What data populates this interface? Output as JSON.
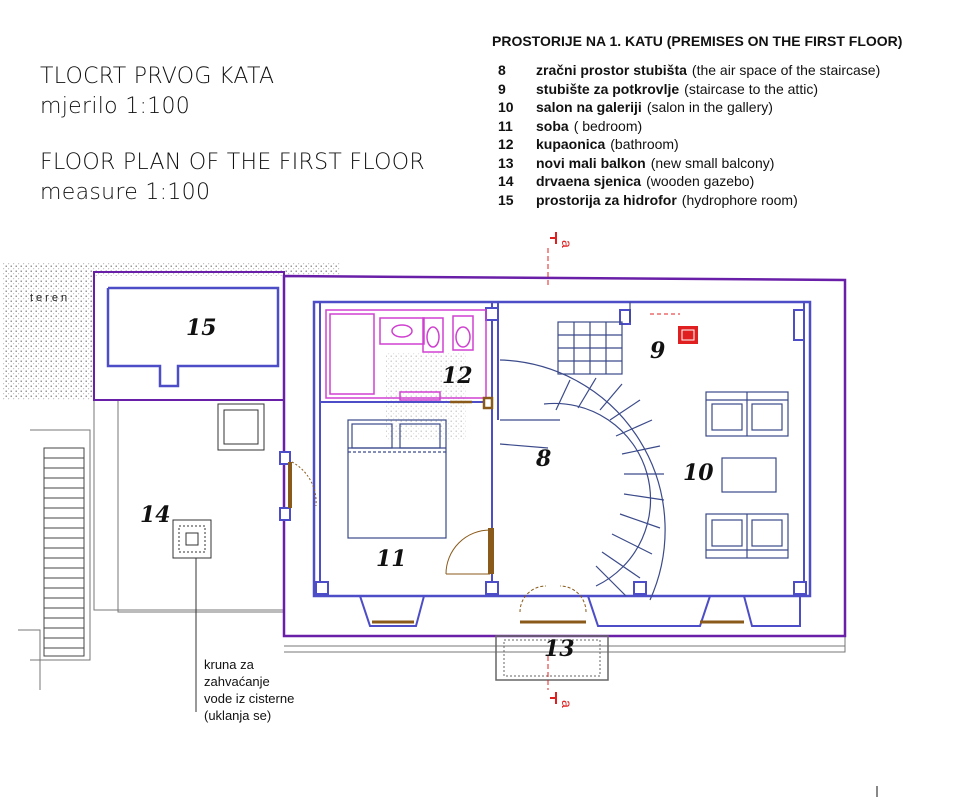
{
  "title": {
    "hr_line1": "TLOCRT PRVOG KATA",
    "hr_line2": "mjerilo 1:100",
    "en_line1": "FLOOR PLAN OF THE FIRST FLOOR",
    "en_line2": "measure 1:100"
  },
  "legend": {
    "heading": "PROSTORIJE NA 1. KATU (PREMISES ON THE FIRST FLOOR)",
    "rows": [
      {
        "num": "8",
        "hr": "zračni prostor stubišta",
        "en": "(the air space of the staircase)"
      },
      {
        "num": "9",
        "hr": "stubište za potkrovlje",
        "en": "(staircase to the attic)"
      },
      {
        "num": "10",
        "hr": "salon na galeriji",
        "en": "(salon in the gallery)"
      },
      {
        "num": "11",
        "hr": "soba",
        "en": "( bedroom)"
      },
      {
        "num": "12",
        "hr": "kupaonica",
        "en": "(bathroom)"
      },
      {
        "num": "13",
        "hr": "novi mali balkon",
        "en": "(new small balcony)"
      },
      {
        "num": "14",
        "hr": "drvaena sjenica",
        "en": "(wooden gazebo)"
      },
      {
        "num": "15",
        "hr": "prostorija za hidrofor",
        "en": "(hydrophore room)"
      }
    ]
  },
  "plan": {
    "terrain_label": "teren",
    "rooms": {
      "r8": "8",
      "r9": "9",
      "r10": "10",
      "r11": "11",
      "r12": "12",
      "r13": "13",
      "r14": "14",
      "r15": "15"
    },
    "section_marker": "a",
    "note_lines": [
      "kruna za",
      "zahvaćanje",
      "vode iz cisterne",
      "(uklanja se)"
    ]
  },
  "colors": {
    "outer_wall": "#6a1fa8",
    "inner_wall": "#4d4dc8",
    "furniture": "#3b4a8a",
    "bathroom": "#d040d0",
    "door": "#8a5a1a",
    "section_mark": "#e02020",
    "lines": "#555555"
  }
}
